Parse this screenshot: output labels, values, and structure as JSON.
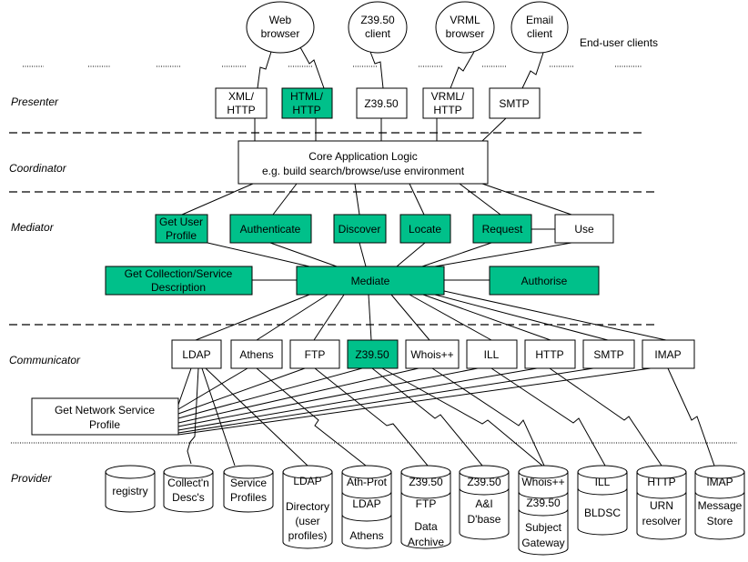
{
  "title_note": "End-user clients",
  "layers": {
    "presenter": "Presenter",
    "coordinator": "Coordinator",
    "mediator": "Mediator",
    "communicator": "Communicator",
    "provider": "Provider"
  },
  "clients": {
    "web": [
      "Web",
      "browser"
    ],
    "z3950": [
      "Z39.50",
      "client"
    ],
    "vrml": [
      "VRML",
      "browser"
    ],
    "email": [
      "Email",
      "client"
    ]
  },
  "presenter": {
    "xml": [
      "XML/",
      "HTTP"
    ],
    "html": [
      "HTML/",
      "HTTP"
    ],
    "z3950": "Z39.50",
    "vrml": [
      "VRML/",
      "HTTP"
    ],
    "smtp": "SMTP"
  },
  "core": [
    "Core Application Logic",
    "e.g. build search/browse/use environment"
  ],
  "mediator": {
    "get_user_profile": [
      "Get User",
      "Profile"
    ],
    "authenticate": "Authenticate",
    "discover": "Discover",
    "locate": "Locate",
    "request": "Request",
    "use": "Use",
    "get_collection": [
      "Get Collection/Service",
      "Description"
    ],
    "mediate": "Mediate",
    "authorise": "Authorise"
  },
  "communicator": {
    "ldap": "LDAP",
    "athens": "Athens",
    "ftp": "FTP",
    "z3950": "Z39.50",
    "whois": "Whois++",
    "ill": "ILL",
    "http": "HTTP",
    "smtp": "SMTP",
    "imap": "IMAP",
    "get_network": [
      "Get Network Service",
      "Profile"
    ]
  },
  "provider": {
    "registry": "registry",
    "collectn": [
      "Collect'n",
      "Desc's"
    ],
    "service": [
      "Service",
      "Profiles"
    ],
    "ldap": [
      "LDAP",
      "Directory",
      "(user",
      "profiles)"
    ],
    "athprot": [
      "Ath-Prot",
      "LDAP",
      "Athens"
    ],
    "z3950": [
      "Z39.50",
      "FTP",
      "Data",
      "Archive"
    ],
    "ai": [
      "Z39.50",
      "A&I",
      "D'base"
    ],
    "whois": [
      "Whois++",
      "Z39.50",
      "Subject",
      "Gateway"
    ],
    "ill": [
      "ILL",
      "BLDSC"
    ],
    "http": [
      "HTTP",
      "URN",
      "resolver"
    ],
    "imap": [
      "IMAP",
      "Message",
      "Store"
    ]
  },
  "colors": {
    "accent": "#00c08a"
  }
}
